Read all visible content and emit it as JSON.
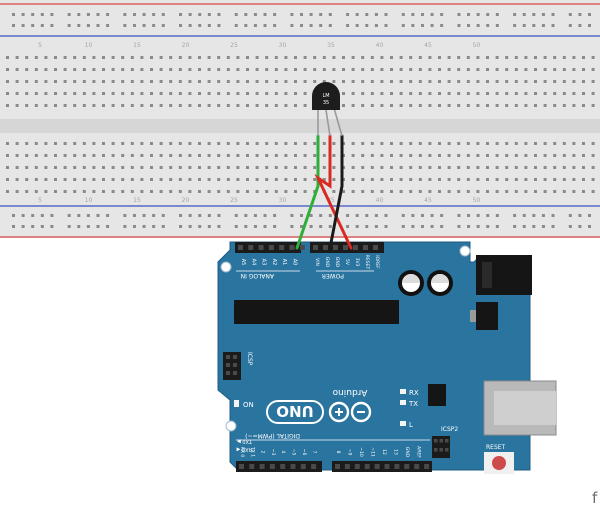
{
  "breadboard": {
    "color": "#e4e4e4",
    "rail_red": "#d94545",
    "rail_blue": "#3b4fc2",
    "top_column_numbers": [
      "5",
      "10",
      "15",
      "20",
      "25",
      "30",
      "35",
      "40",
      "45",
      "50"
    ],
    "bottom_column_numbers": [
      "5",
      "10",
      "15",
      "20",
      "25",
      "30",
      "35",
      "40",
      "45",
      "50"
    ]
  },
  "sensor": {
    "marking_line1": "LM",
    "marking_line2": "35",
    "body_color": "#1d1d1d"
  },
  "wires": {
    "signal_color": "#2fae3a",
    "power_color": "#d92a22",
    "ground_color": "#1a1a1a"
  },
  "arduino": {
    "board_color": "#2a74a0",
    "logo_text": "Arduino",
    "model_text": "UNO",
    "header_power_label": "POWER",
    "header_analog_label": "ANALOG IN",
    "power_pins": [
      "IOREF",
      "RESET",
      "3V3",
      "5V",
      "GND",
      "GND",
      "VIN"
    ],
    "analog_pins": [
      "A0",
      "A1",
      "A2",
      "A3",
      "A4",
      "A5"
    ],
    "digital_label": "DIGITAL (PWM=~)",
    "digital_pins": [
      "AREF",
      "GND",
      "13",
      "12",
      "~11",
      "~10",
      "~9",
      "8",
      "7",
      "~6",
      "~5",
      "4",
      "~3",
      "2",
      "TX 1",
      "RX 0"
    ],
    "tx_label": "TX",
    "rx_label": "RX",
    "l_label": "L",
    "on_label": "ON",
    "icsp_label": "ICSP",
    "icsp2_label": "ICSP2",
    "reset_label": "RESET",
    "tx0_label": "TX0 ▶",
    "rx0_label": "RX0 ◀"
  },
  "watermark": "f"
}
